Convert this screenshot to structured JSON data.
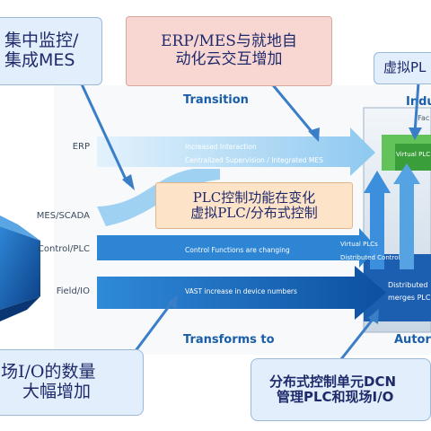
{
  "callouts": {
    "top_left": [
      "集中监控/",
      "集成MES"
    ],
    "erp_mes": [
      "ERP/MES与就地自",
      "动化云交互增加"
    ],
    "virtual_plc": "虚拟PL",
    "plc_control": [
      "PLC控制功能在变化",
      "虚拟PLC/分布式控制"
    ],
    "field_io": [
      "场I/O的数量",
      "大幅增加"
    ],
    "dcn": [
      "分布式控制单元DCN",
      "管理PLC和现场I/O"
    ]
  },
  "header": {
    "transition": "Transition",
    "transforms_to": "Transforms to",
    "indu": "Indu",
    "fac": "(Fac",
    "auto": "Autor"
  },
  "rows": {
    "erp": "ERP",
    "mes_scada": "MES/SCADA",
    "control_plc": "Control/PLC",
    "field_io": "Field/IO"
  },
  "arrows": {
    "increased_interaction": "Increased Interaction",
    "centralized": "Centralized Supervision / Integrated MES",
    "control_changing": "Control Functions are changing",
    "vast_increase": "VAST increase in device numbers",
    "virtual_plcs": "Virtual PLCs",
    "distributed_control": "Distributed Control"
  },
  "right_panel": {
    "virtual_plc_box": "Virtual PLC",
    "distributed": "Distributed",
    "merges": "merges PLC"
  },
  "colors": {
    "callout_pink": "#f8d7d3",
    "callout_blue": "#e2eefb",
    "callout_orange": "#fde3c8",
    "arrow_light": "#b6dcf6",
    "arrow_dark": "#1c6ec2",
    "heading_blue": "#1a5ea8",
    "text_navy": "#1f2a6b"
  }
}
